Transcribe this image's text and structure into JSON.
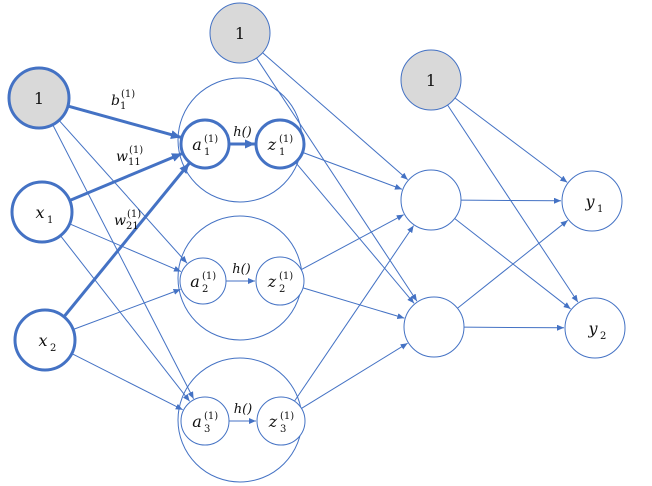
{
  "diagram": {
    "title": "",
    "colors": {
      "stroke": "#4472c4",
      "bias_fill": "#d9d9d9",
      "node_fill": "#ffffff"
    },
    "input_nodes": [
      {
        "id": "b0",
        "label": "1",
        "sub": "",
        "bias": true
      },
      {
        "id": "x1",
        "label": "x",
        "sub": "1",
        "bias": false
      },
      {
        "id": "x2",
        "label": "x",
        "sub": "2",
        "bias": false
      }
    ],
    "hidden1": [
      {
        "id": "n1",
        "a": "a",
        "a_sub": "1",
        "z": "z",
        "z_sub": "1",
        "sup": "(1)",
        "activation": "h()"
      },
      {
        "id": "n2",
        "a": "a",
        "a_sub": "2",
        "z": "z",
        "z_sub": "2",
        "sup": "(1)",
        "activation": "h()"
      },
      {
        "id": "n3",
        "a": "a",
        "a_sub": "3",
        "z": "z",
        "z_sub": "3",
        "sup": "(1)",
        "activation": "h()"
      }
    ],
    "bias1": {
      "label": "1"
    },
    "hidden2": [
      {
        "id": "m1",
        "label": ""
      },
      {
        "id": "m2",
        "label": ""
      }
    ],
    "bias2": {
      "label": "1"
    },
    "outputs": [
      {
        "id": "y1",
        "label": "y",
        "sub": "1"
      },
      {
        "id": "y2",
        "label": "y",
        "sub": "2"
      }
    ],
    "weight_labels": [
      {
        "id": "b1",
        "sym": "b",
        "sub": "1",
        "sup": "(1)"
      },
      {
        "id": "w11",
        "sym": "w",
        "sub": "11",
        "sup": "(1)"
      },
      {
        "id": "w21",
        "sym": "w",
        "sub": "21",
        "sup": "(1)"
      }
    ],
    "highlighted_edges": [
      "b0-n1",
      "x1-n1",
      "x2-n1"
    ]
  }
}
